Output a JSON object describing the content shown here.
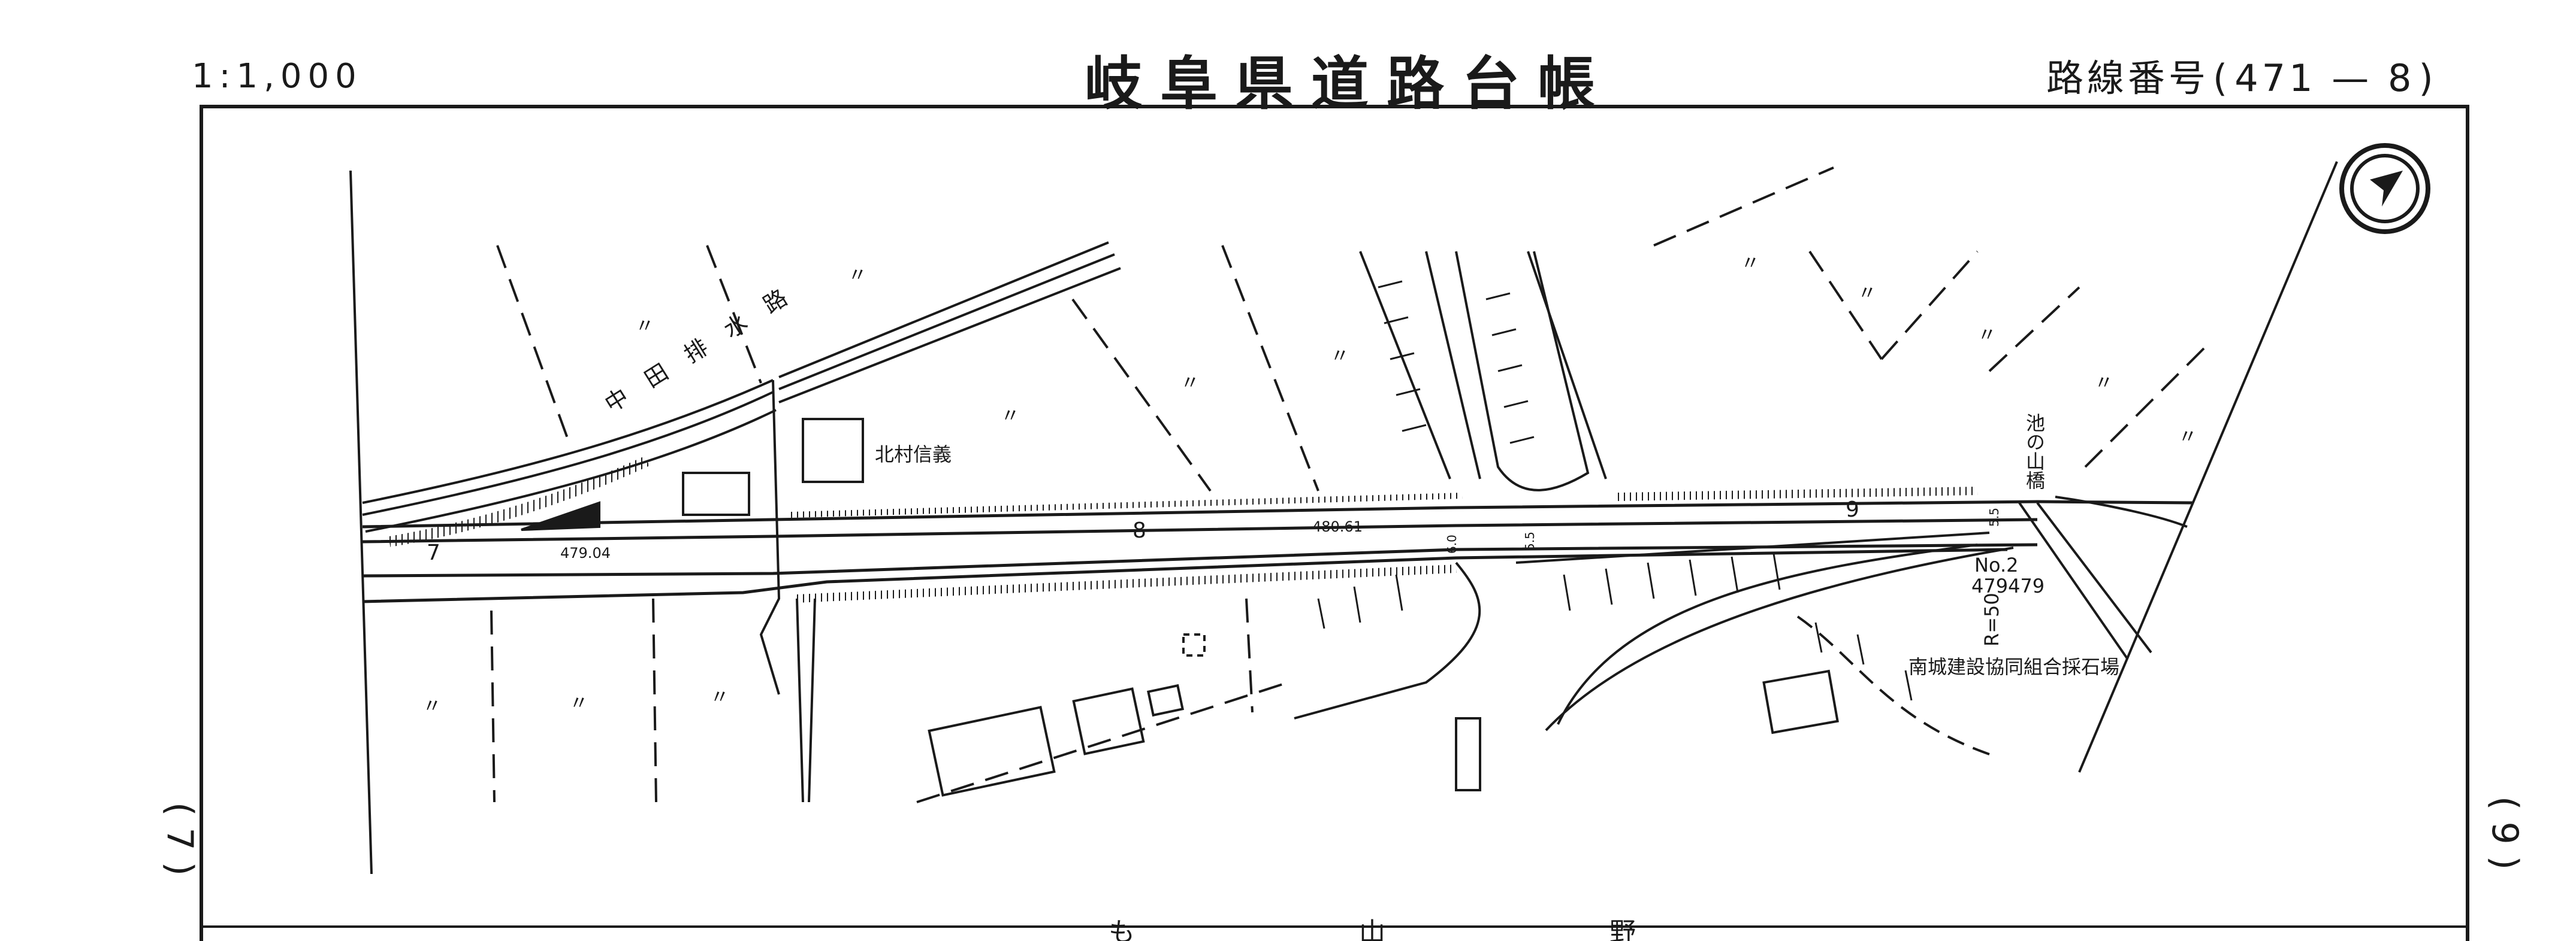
{
  "header": {
    "scale": "1:1,000",
    "title": "岐阜県道路台帳",
    "route_label": "路線番号",
    "route_number": "471",
    "route_dash": "—",
    "sheet_number": "8"
  },
  "margin": {
    "left_sheet": "( 7 )",
    "right_sheet": "( 9 )"
  },
  "map": {
    "canal_label": "中田排水路",
    "owner_label": "北村信義",
    "bridge_label": "池の山橋",
    "quarry_label": "南城建設協同組合採石場",
    "elevations": [
      "479.04",
      "480.61",
      "479479"
    ],
    "stations": [
      "7",
      "8",
      "9"
    ],
    "benchmark_label": "No.2",
    "radius_label": "R=50",
    "widths": [
      "6.0",
      "5.5",
      "5.5"
    ],
    "field_mark": "〃",
    "bottom_partial_text": "も 山 野",
    "north_arrow": "north-arrow-icon"
  },
  "colors": {
    "ink": "#1a1a1a",
    "paper": "#ffffff"
  }
}
